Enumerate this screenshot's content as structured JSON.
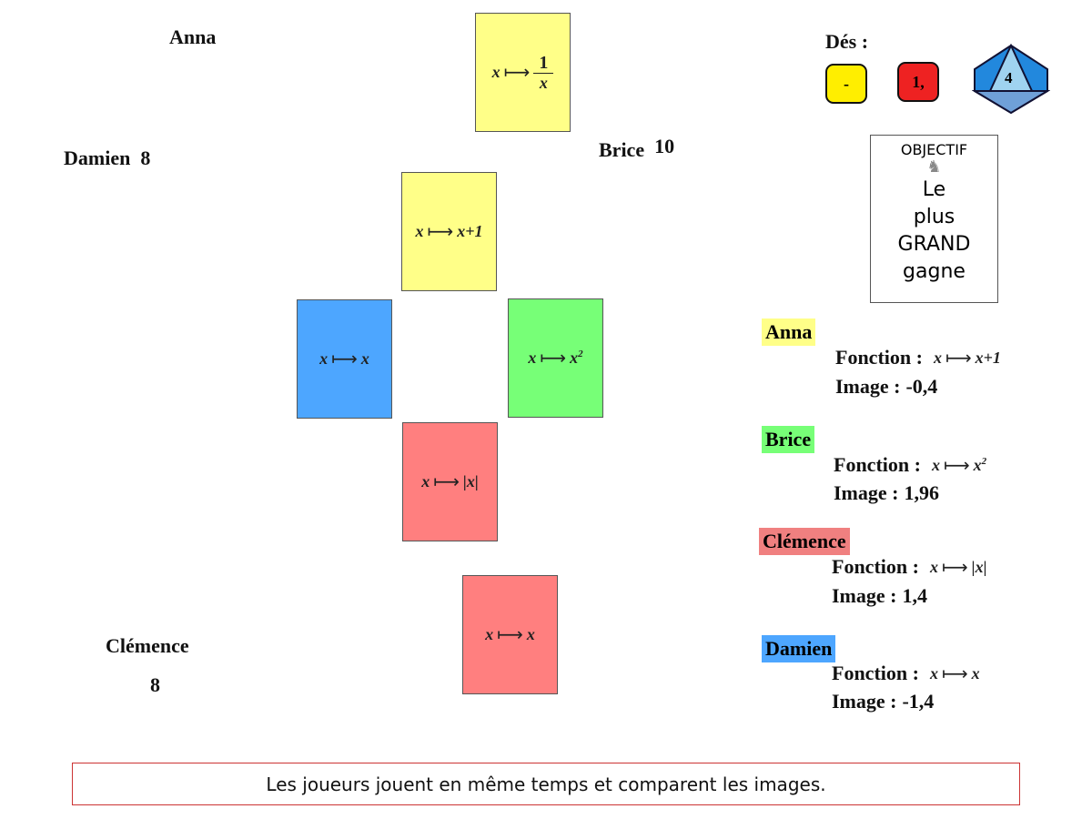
{
  "players_board": {
    "anna": {
      "name": "Anna"
    },
    "damien": {
      "name": "Damien",
      "score": "8"
    },
    "brice": {
      "name": "Brice",
      "score": "10"
    },
    "clemence": {
      "name": "Clémence",
      "score": "8"
    }
  },
  "function_symbols": {
    "var": "x",
    "arrow": "⟼"
  },
  "cards": {
    "top": {
      "numerator": "1",
      "denominator": "x",
      "color": "#ffff88"
    },
    "anna": {
      "result": "x+1",
      "color": "#ffff88"
    },
    "damien": {
      "result": "x",
      "color": "#4da6ff"
    },
    "brice": {
      "result": "x",
      "exp": "2",
      "color": "#77ff77"
    },
    "clemence": {
      "result": "|x|",
      "color": "#ff7f7f"
    },
    "bottom": {
      "result": "x",
      "color": "#ff7f7f"
    }
  },
  "dice": {
    "label": "Dés :",
    "sign": "-",
    "units": "1,",
    "decimal": "4",
    "colors": {
      "sign": "#ffee00",
      "units": "#ee2222",
      "decimal": "#3399dd"
    }
  },
  "objective": {
    "title": "OBJECTIF",
    "line1": "Le",
    "line2": "plus",
    "line3": "GRAND",
    "line4": "gagne"
  },
  "summary": {
    "fonction_label": "Fonction :",
    "image_label": "Image :",
    "players": [
      {
        "name": "Anna",
        "result": "x+1",
        "image": "-0,4",
        "color": "#ffff88"
      },
      {
        "name": "Brice",
        "result": "x",
        "exp": "2",
        "image": "1,96",
        "color": "#77ff77"
      },
      {
        "name": "Clémence",
        "result": "|x|",
        "image": "1,4",
        "color": "#f08080"
      },
      {
        "name": "Damien",
        "result": "x",
        "image": "-1,4",
        "color": "#4da6ff"
      }
    ]
  },
  "footer": {
    "text": "Les joueurs jouent en même temps et comparent les images."
  }
}
